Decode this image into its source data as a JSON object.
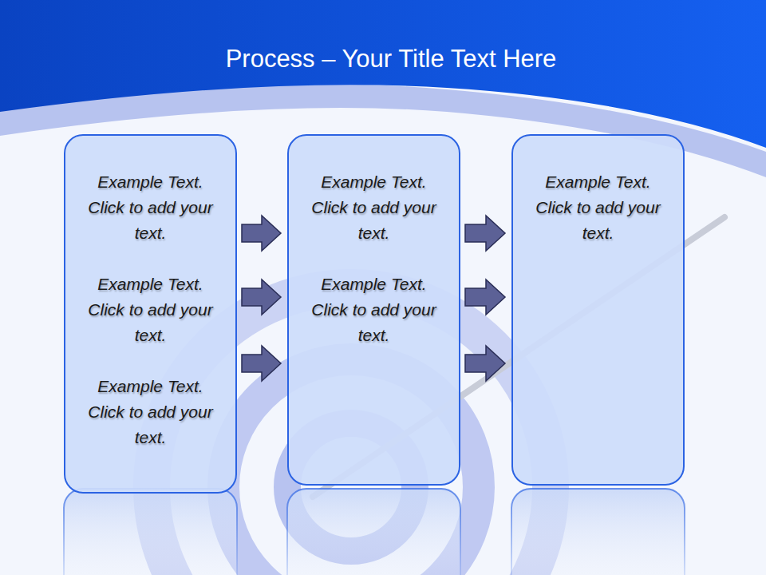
{
  "diagram": {
    "title": "Process – Your Title Text Here",
    "nodes": [
      {
        "text": [
          "Example Text. Click to add your text.",
          "Example Text. Click to add your text.",
          "Example Text. Click to add your text."
        ]
      },
      {
        "text": [
          "Example Text. Click to add your text.",
          "Example Text. Click to add your text."
        ]
      },
      {
        "text": [
          "Example Text. Click to add your text."
        ]
      }
    ],
    "edges": [
      {
        "from": 0,
        "to": 1,
        "arrow": "to"
      },
      {
        "from": 0,
        "to": 1,
        "arrow": "to"
      },
      {
        "from": 0,
        "to": 1,
        "arrow": "to"
      },
      {
        "from": 1,
        "to": 2,
        "arrow": "to"
      },
      {
        "from": 1,
        "to": 2,
        "arrow": "to"
      },
      {
        "from": 1,
        "to": 2,
        "arrow": "to"
      }
    ]
  }
}
